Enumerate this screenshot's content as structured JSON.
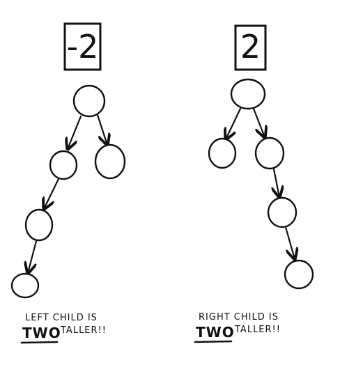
{
  "left_tree": {
    "balance_factor": "-2",
    "caption_line1": "LEFT CHILD IS",
    "caption_emphasis": "TWO",
    "caption_line2_rest": "TALLER!!"
  },
  "right_tree": {
    "balance_factor": "2",
    "caption_line1": "RIGHT CHILD IS",
    "caption_emphasis": "TWO",
    "caption_line2_rest": "TALLER!!"
  },
  "colors": {
    "ink": "#111111",
    "background": "#ffffff"
  }
}
